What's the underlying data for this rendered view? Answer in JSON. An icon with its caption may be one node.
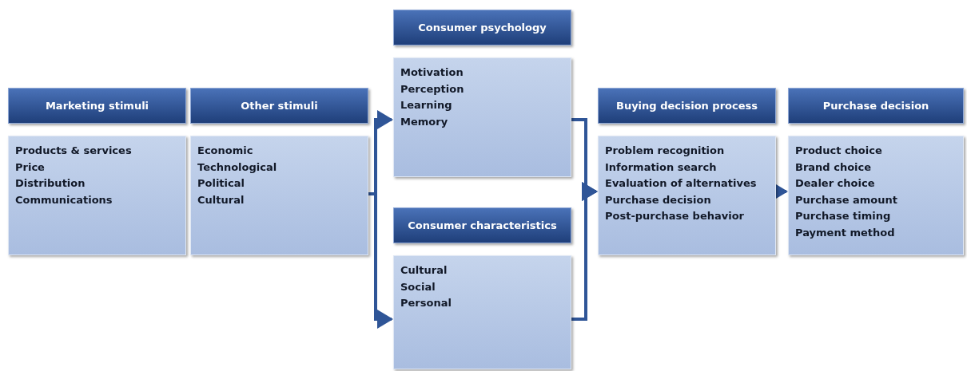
{
  "diagram": {
    "nodes": [
      {
        "text": [
          "Marketing stimuli"
        ]
      },
      {
        "text": [
          "Products & services",
          "Price",
          "Distribution",
          "Communications"
        ]
      },
      {
        "text": [
          "Other stimuli"
        ]
      },
      {
        "text": [
          "Economic",
          "Technological",
          "Political",
          "Cultural"
        ]
      },
      {
        "text": [
          "Consumer psychology"
        ]
      },
      {
        "text": [
          "Motivation",
          "Perception",
          "Learning",
          "Memory"
        ]
      },
      {
        "text": [
          "Consumer characteristics"
        ]
      },
      {
        "text": [
          "Cultural",
          "Social",
          "Personal"
        ]
      },
      {
        "text": [
          "Buying decision process"
        ]
      },
      {
        "text": [
          "Problem recognition",
          "Information search",
          "Evaluation of alternatives",
          "Purchase decision",
          "Post-purchase behavior"
        ]
      },
      {
        "text": [
          "Purchase decision"
        ]
      },
      {
        "text": [
          "Product choice",
          "Brand choice",
          "Dealer choice",
          "Purchase amount",
          "Purchase timing",
          "Payment method"
        ]
      }
    ],
    "edges": [
      {
        "from": 3,
        "to": 5,
        "arrow": "to"
      },
      {
        "from": 3,
        "to": 7,
        "arrow": "to"
      },
      {
        "from": 5,
        "to": 9,
        "arrow": "to"
      },
      {
        "from": 7,
        "to": 9,
        "arrow": "to"
      },
      {
        "from": 9,
        "to": 11,
        "arrow": "to"
      }
    ]
  }
}
